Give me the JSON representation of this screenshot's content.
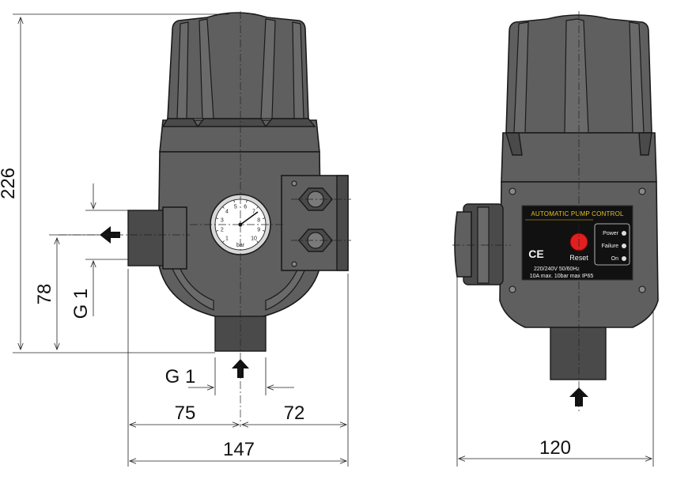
{
  "dimensions": {
    "overall_height": "226",
    "inlet_height": "78",
    "side_thread": "G 1",
    "bottom_thread": "G 1",
    "left_width": "75",
    "right_width": "72",
    "total_width": "147",
    "front_width": "120"
  },
  "panel": {
    "title": "AUTOMATIC PUMP CONTROL",
    "reset_label": "Reset",
    "ce_mark": "CE",
    "leds": [
      "Power",
      "Failure",
      "On"
    ],
    "spec_line1": "220/240V 50/60Hz",
    "spec_line2": "10A max. 10bar max IP65"
  },
  "gauge": {
    "scale": [
      "1",
      "2",
      "3",
      "4",
      "5",
      "6",
      "7",
      "8",
      "9",
      "10"
    ],
    "unit": "bar"
  },
  "colors": {
    "housing": "#5f5f5f",
    "panel_bg": "#111111",
    "title_text": "#e8c020",
    "reset_button": "#e02020"
  }
}
